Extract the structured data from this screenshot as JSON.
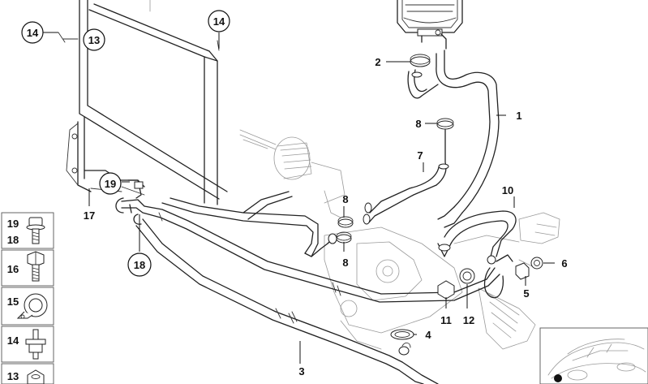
{
  "labels": {
    "p1": "1",
    "p2": "2",
    "p3": "3",
    "p4": "4",
    "p5": "5",
    "p6": "6",
    "p7": "7",
    "p8a": "8",
    "p8b": "8",
    "p8c": "8",
    "p10": "10",
    "p11": "11",
    "p12": "12",
    "p13_top": "13",
    "p14_top_left": "14",
    "p14_top_mid": "14",
    "p17": "17",
    "p18_circle": "18",
    "p19_circle": "19"
  },
  "side_panel": [
    {
      "key": "r19_18",
      "label_top": "19",
      "label_bottom": "18",
      "icon": "bolt-with-washer-icon"
    },
    {
      "key": "r16",
      "label": "16",
      "icon": "hex-bolt-icon"
    },
    {
      "key": "r15",
      "label": "15",
      "icon": "hose-clamp-icon"
    },
    {
      "key": "r14",
      "label": "14",
      "icon": "stud-bolt-icon"
    },
    {
      "key": "r13",
      "label": "13",
      "icon": "hex-nut-icon"
    }
  ],
  "colors": {
    "line": "#222222",
    "ghost": "#9a9a9a",
    "background": "#ffffff"
  },
  "inset": {
    "icon": "car-silhouette-icon"
  }
}
